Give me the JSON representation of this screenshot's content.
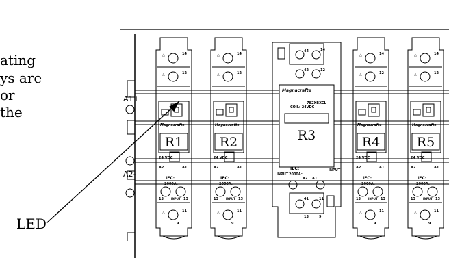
{
  "text_fragments": [
    "ating",
    "ys are",
    "or",
    "the"
  ],
  "callout": {
    "label": "LED"
  },
  "relays": [
    {
      "label": "R1",
      "voltage": "24 VDC",
      "brand": "Magnacrafte"
    },
    {
      "label": "R2",
      "voltage": "24 VDC",
      "brand": "Magnacrafte"
    },
    {
      "label": "R3",
      "brand": "Magnacrafte",
      "model": "782XBXCL",
      "coil": "COIL: 24VDC"
    },
    {
      "label": "R4",
      "voltage": "24 VDC",
      "brand": "Magnacrafte"
    },
    {
      "label": "R5",
      "voltage": "24 VDC",
      "brand": "Magnacrafte"
    }
  ],
  "terminals": {
    "top": [
      "14",
      "13",
      "12",
      "11"
    ],
    "bottom": [
      "13",
      "11",
      "9"
    ],
    "r3_top": [
      "44",
      "14",
      "42",
      "12"
    ],
    "r3_bottom": [
      "41",
      "11",
      "13",
      "9"
    ],
    "coil": [
      "A2",
      "A1"
    ],
    "input": "INPUT",
    "iec": "IEC:",
    "rating": "2000A:"
  },
  "rail_marks": [
    "A1+",
    "A2-"
  ]
}
